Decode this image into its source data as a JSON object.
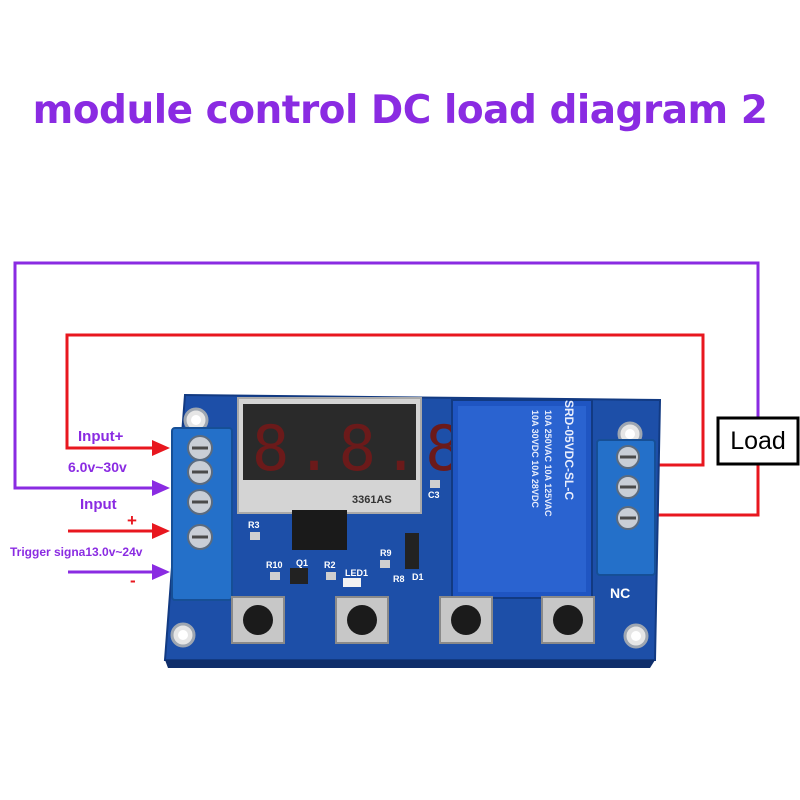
{
  "title": "module control DC load diagram 2",
  "load_label": "Load",
  "labels": {
    "input_plus": "Input+",
    "voltage_range": "6.0v~30v",
    "input_minus": "Input",
    "plus_sign": "+",
    "trigger": "Trigger signa13.0v~24v",
    "minus_sign": "-",
    "nc": "NC"
  },
  "board": {
    "display_model": "3361AS",
    "relay_model": "SRD-05VDC-SL-C",
    "relay_ratings": [
      "10A 250VAC 10A 125VAC",
      "10A 30VDC 10A 28VDC"
    ],
    "silkscreen": [
      "R3",
      "R10",
      "Q1",
      "R2",
      "LED1",
      "R9",
      "R8",
      "D1",
      "C3"
    ]
  },
  "colors": {
    "title": "#8a2be2",
    "purple_wire": "#8a2be2",
    "red_wire": "#e8171f",
    "pcb": "#1d4fa8",
    "terminal": "#2470c9"
  }
}
